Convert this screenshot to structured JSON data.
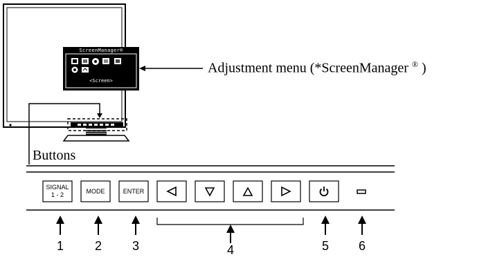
{
  "monitor": {
    "osd_title": "ScreenManager®",
    "osd_subtitle": "<Screen>"
  },
  "labels": {
    "adjustment_menu": "Adjustment menu (*ScreenManager",
    "adjustment_menu_reg": "®",
    "adjustment_menu_close": ")",
    "buttons": "Buttons"
  },
  "panel": {
    "signal_line1": "SIGNAL",
    "signal_line2": "1 - 2",
    "mode": "MODE",
    "enter": "ENTER",
    "left_icon": "triangle-left-icon",
    "down_icon": "triangle-down-icon",
    "up_icon": "triangle-up-icon",
    "right_icon": "triangle-right-icon",
    "power_icon": "power-icon",
    "indicator_icon": "power-indicator-icon"
  },
  "numbers": [
    "1",
    "2",
    "3",
    "4",
    "5",
    "6"
  ]
}
